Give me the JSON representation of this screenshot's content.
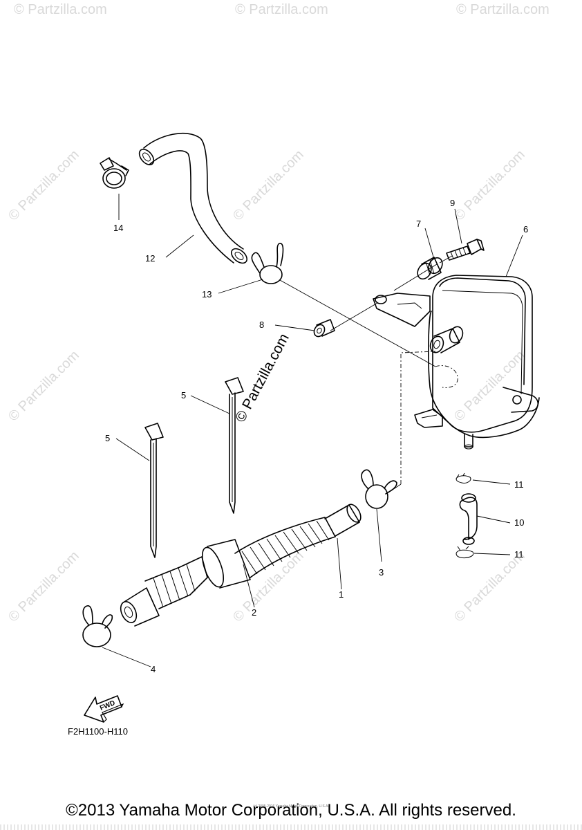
{
  "diagram": {
    "code": "F2H1100-H110",
    "fwd_label": "FWD",
    "center_watermark": "© Partzilla.com",
    "watermark_text": "© Partzilla.com",
    "callouts": [
      {
        "id": "1",
        "label": "1"
      },
      {
        "id": "2",
        "label": "2"
      },
      {
        "id": "3",
        "label": "3"
      },
      {
        "id": "4",
        "label": "4"
      },
      {
        "id": "5a",
        "label": "5"
      },
      {
        "id": "5b",
        "label": "5"
      },
      {
        "id": "6",
        "label": "6"
      },
      {
        "id": "7",
        "label": "7"
      },
      {
        "id": "8",
        "label": "8"
      },
      {
        "id": "9",
        "label": "9"
      },
      {
        "id": "10",
        "label": "10"
      },
      {
        "id": "11a",
        "label": "11"
      },
      {
        "id": "11b",
        "label": "11"
      },
      {
        "id": "12",
        "label": "12"
      },
      {
        "id": "13",
        "label": "13"
      },
      {
        "id": "14",
        "label": "14"
      }
    ]
  },
  "footer": {
    "copyright": "©2013 Yamaha Motor Corporation, U.S.A. All rights reserved.",
    "small_print": "(c) 2005-2016 Yamaha Motor Corporation, U.S.A."
  }
}
